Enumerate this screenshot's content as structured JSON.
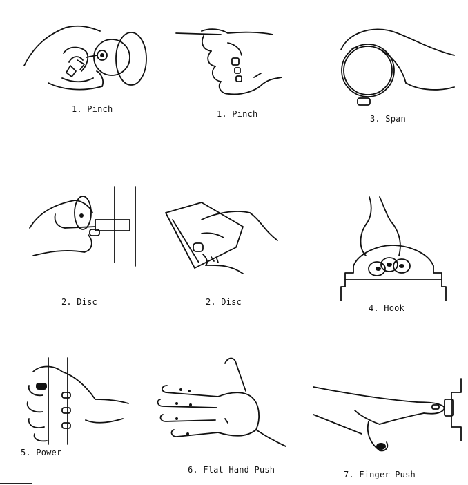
{
  "figures": [
    {
      "caption": "1. Pinch",
      "icon": "hand-pinching-key-in-knob-icon"
    },
    {
      "caption": "1. Pinch",
      "icon": "hand-pinching-thin-rod-icon"
    },
    {
      "caption": "3. Span",
      "icon": "hand-spanning-disc-icon"
    },
    {
      "caption": "2. Disc",
      "icon": "hand-gripping-knob-disc-icon"
    },
    {
      "caption": "2. Disc",
      "icon": "hand-gripping-block-icon"
    },
    {
      "caption": "4. Hook",
      "icon": "hand-hooking-handle-icon"
    },
    {
      "caption": "5. Power",
      "icon": "hand-power-grip-bar-icon"
    },
    {
      "caption": "6. Flat Hand Push",
      "icon": "flat-open-hand-icon"
    },
    {
      "caption": "7. Finger Push",
      "icon": "finger-pushing-button-icon"
    }
  ]
}
